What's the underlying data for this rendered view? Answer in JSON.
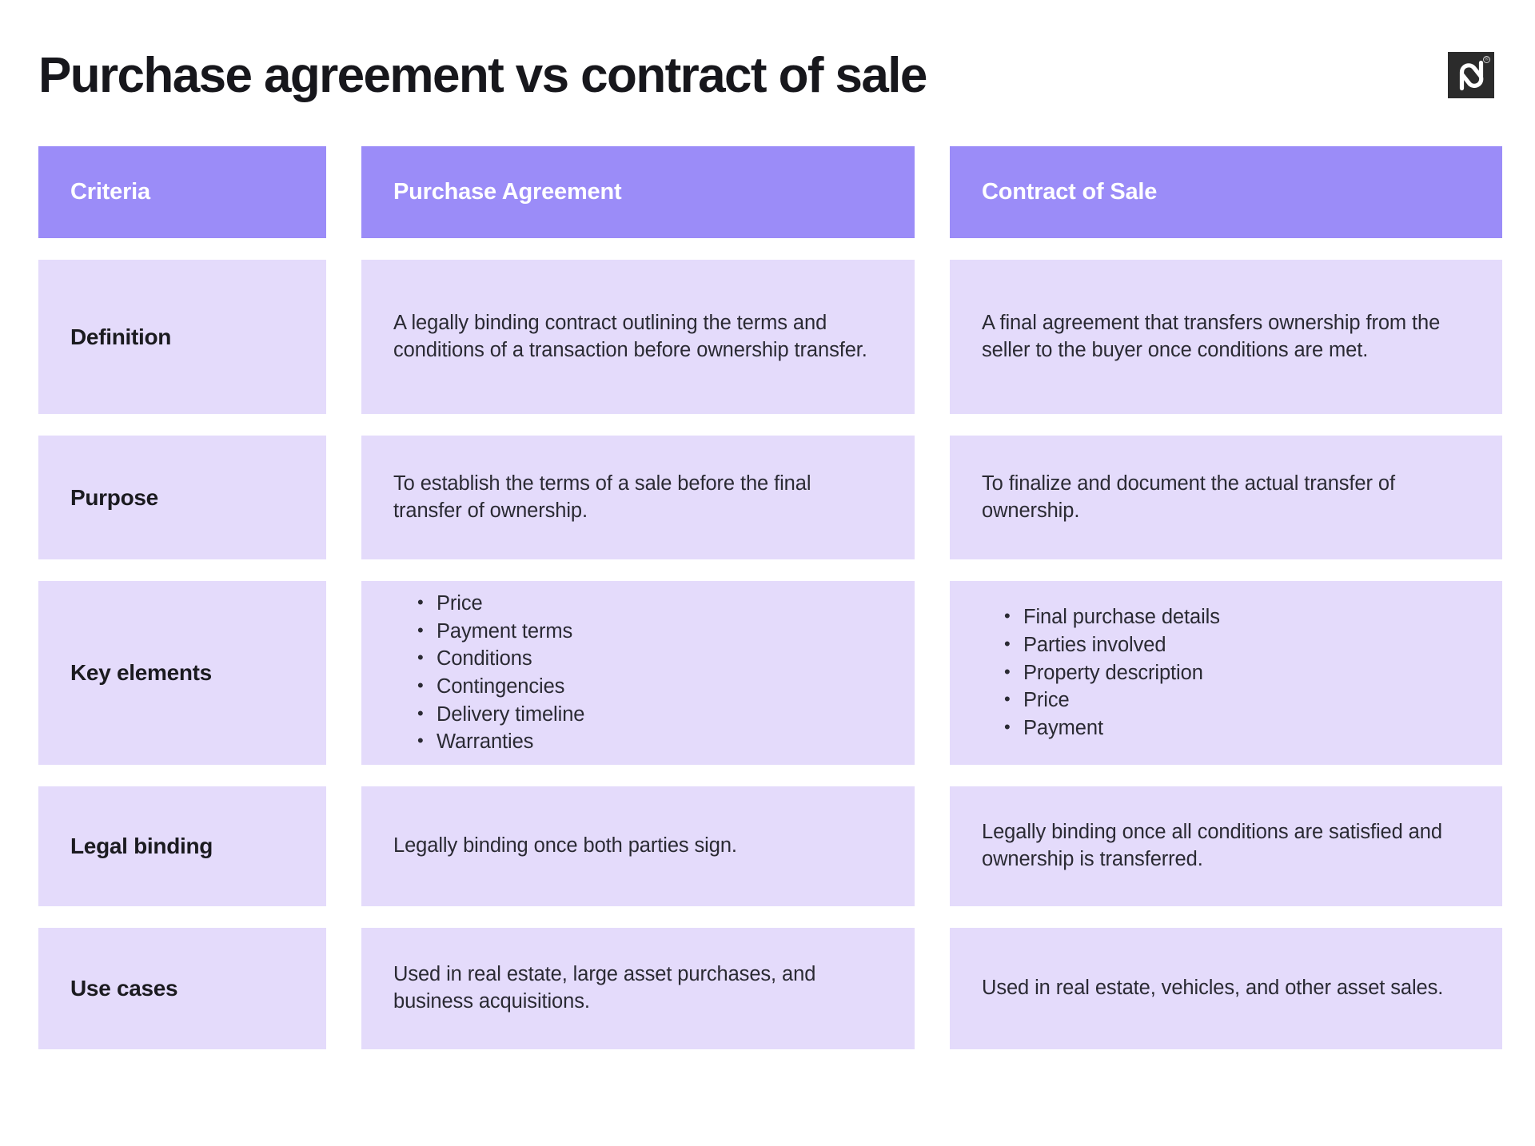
{
  "header": {
    "title": "Purchase agreement vs contract of sale",
    "logo": {
      "name": "pandadoc-logo",
      "wordmark": "pd",
      "registered_mark": "®"
    }
  },
  "colors": {
    "header_purple": "#9B8CF8",
    "cell_lavender": "#E4DBFB",
    "title_text": "#17171C",
    "body_text": "#2A2A33",
    "header_text": "#FFFFFF",
    "logo_background": "#2B2B2B"
  },
  "table": {
    "columns": [
      {
        "key": "criteria",
        "label": "Criteria"
      },
      {
        "key": "purchase_agreement",
        "label": "Purchase Agreement"
      },
      {
        "key": "contract_of_sale",
        "label": "Contract of Sale"
      }
    ],
    "rows": [
      {
        "criteria": "Definition",
        "purchase_agreement": "A legally binding contract outlining the terms and conditions of a transaction before ownership transfer.",
        "contract_of_sale": "A final agreement that transfers ownership from the seller to the buyer once conditions are met."
      },
      {
        "criteria": "Purpose",
        "purchase_agreement": "To establish the terms of a sale before the final transfer of ownership.",
        "contract_of_sale": "To finalize and document the actual transfer of ownership."
      },
      {
        "criteria": "Key elements",
        "purchase_agreement_bullets": [
          "Price",
          "Payment terms",
          "Conditions",
          "Contingencies",
          "Delivery timeline",
          "Warranties"
        ],
        "contract_of_sale_bullets": [
          "Final purchase details",
          "Parties involved",
          "Property description",
          "Price",
          "Payment"
        ]
      },
      {
        "criteria": "Legal binding",
        "purchase_agreement": "Legally binding once both parties sign.",
        "contract_of_sale": "Legally binding once all conditions are satisfied and ownership is transferred."
      },
      {
        "criteria": "Use cases",
        "purchase_agreement": "Used in real estate, large asset purchases, and business acquisitions.",
        "contract_of_sale": "Used in real estate, vehicles, and other asset sales."
      }
    ]
  }
}
